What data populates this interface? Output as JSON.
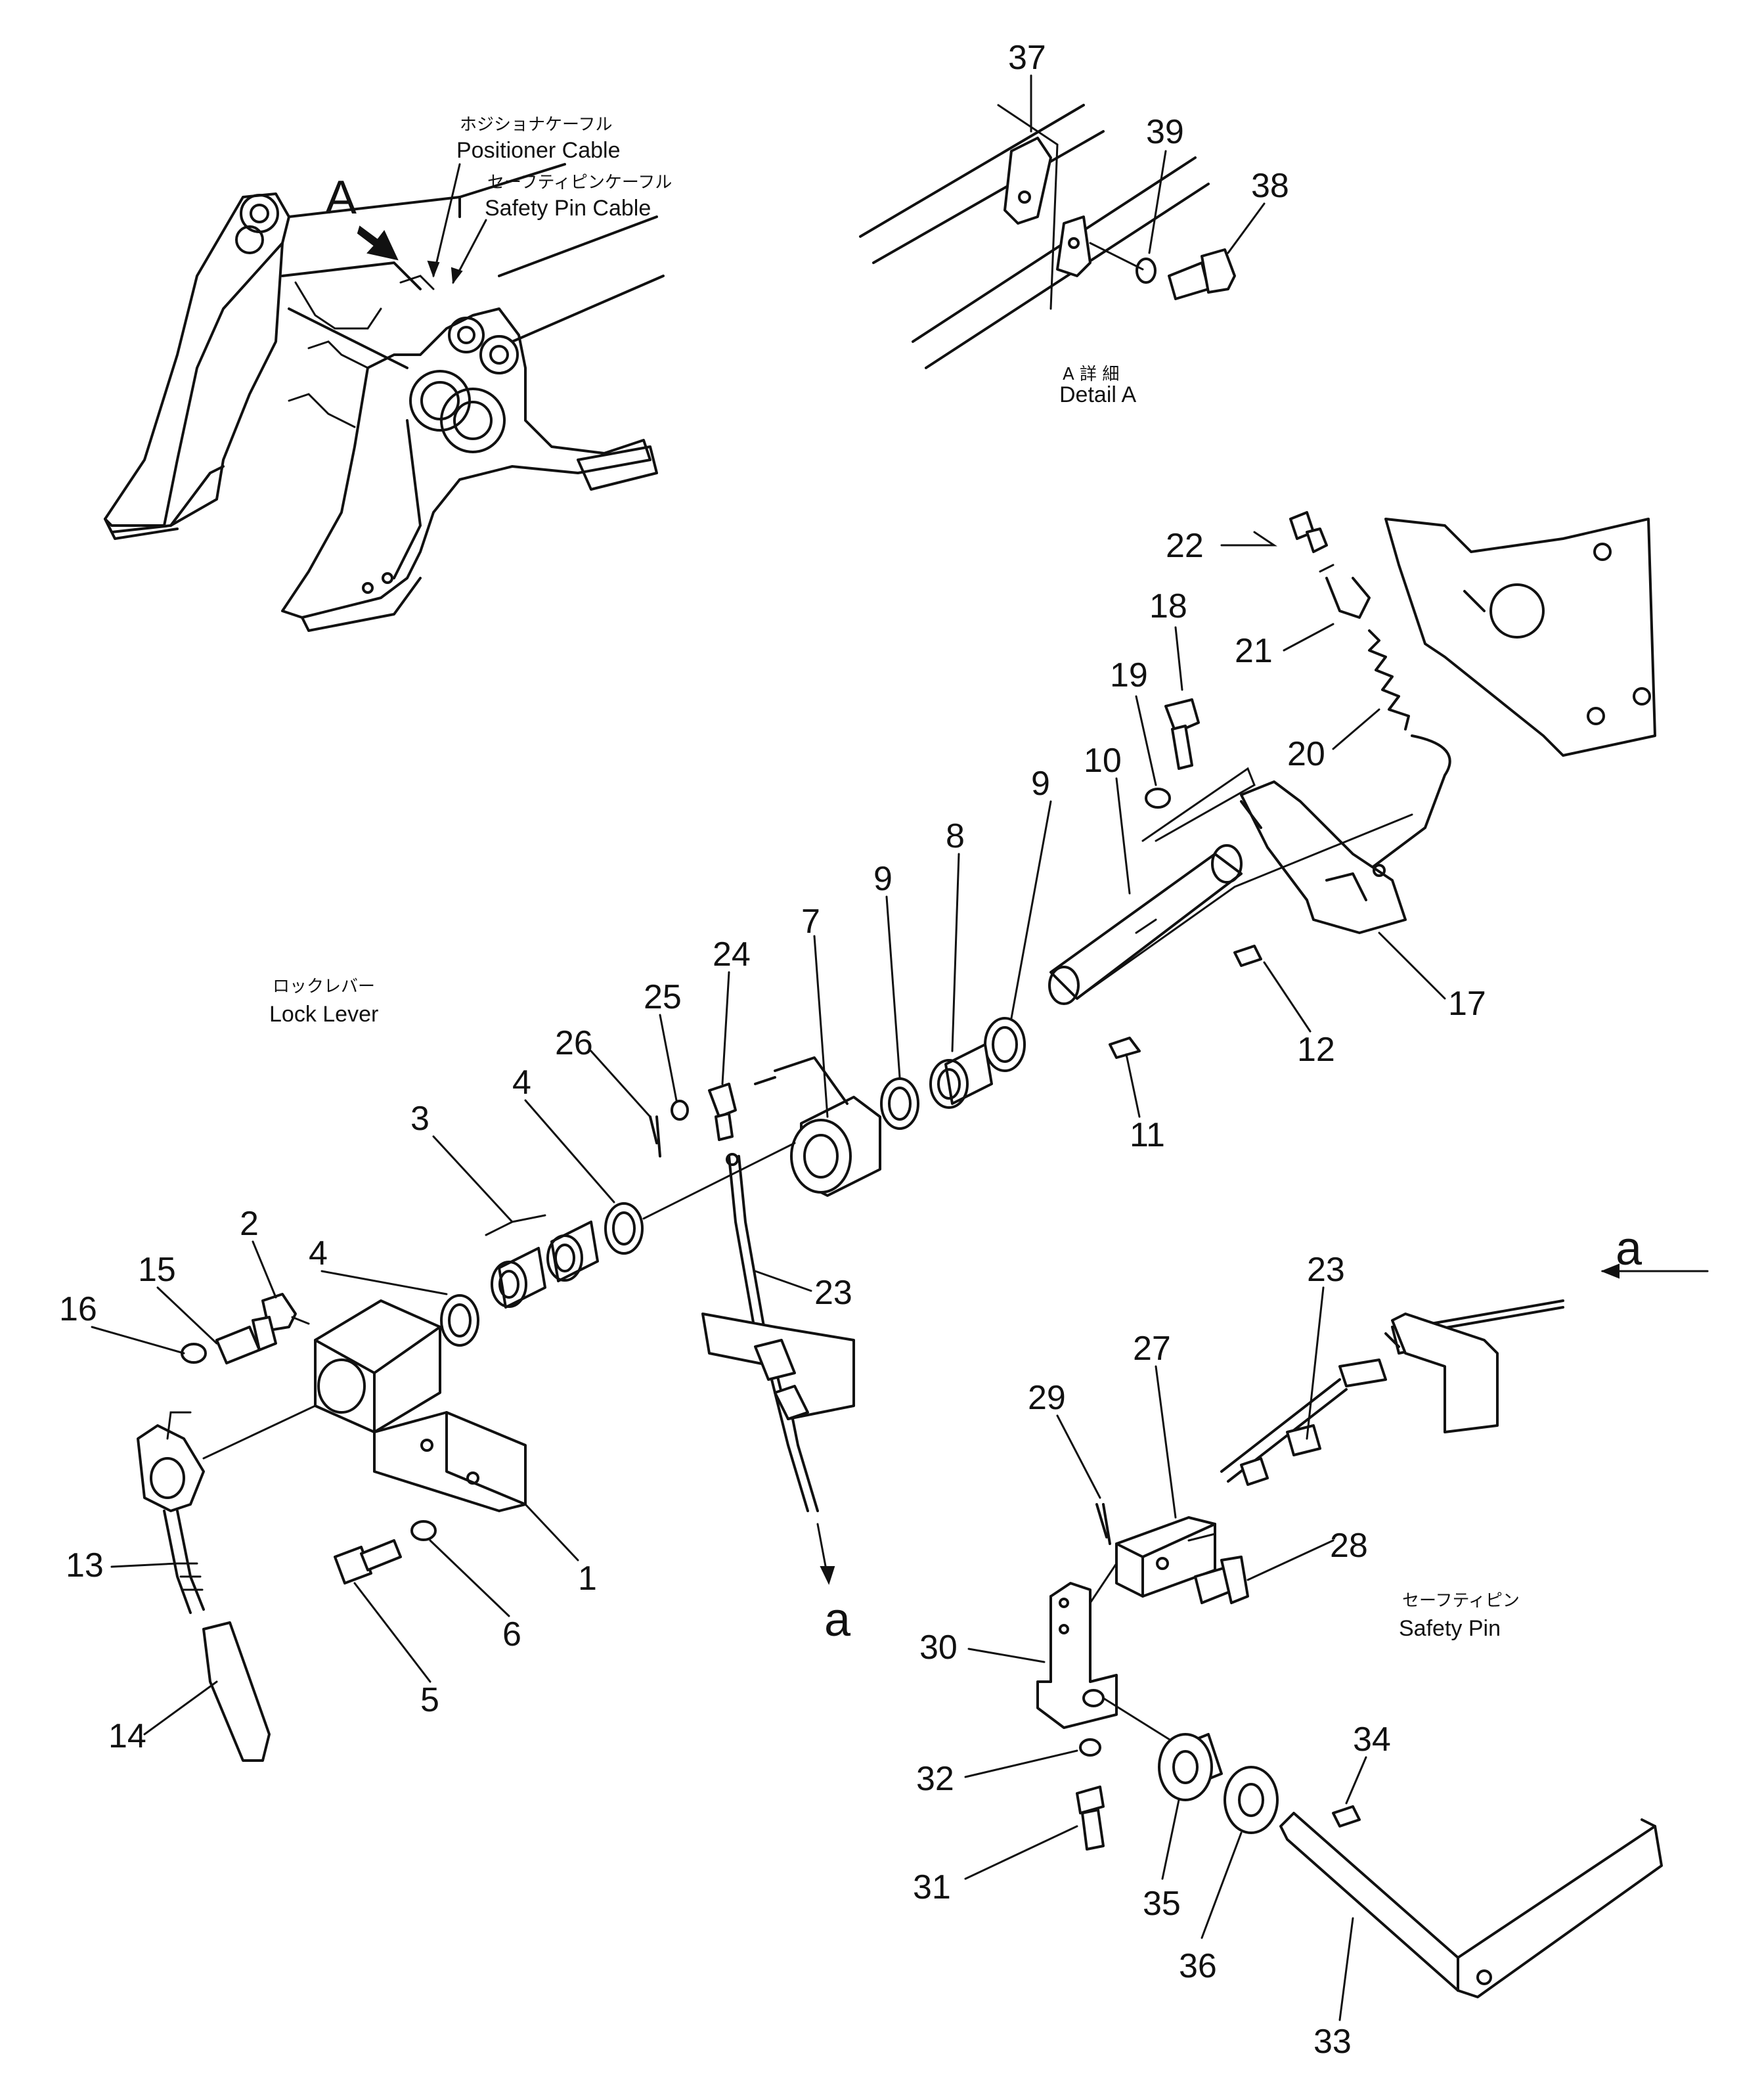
{
  "labels": {
    "positioner_cable_jp": "ホジショナケーフル",
    "positioner_cable": "Positioner Cable",
    "safety_pin_cable_jp": "セーフティピンケーフル",
    "safety_pin_cable": "Safety Pin Cable",
    "view_a": "A",
    "detail_a_jp": "A 詳 細",
    "detail_a": "Detail A",
    "lock_lever_jp": "ロックレバー",
    "lock_lever": "Lock Lever",
    "safety_pin_jp": "セーフティピン",
    "safety_pin": "Safety Pin",
    "cable_end_a1": "a",
    "cable_end_a2": "a"
  },
  "callouts": {
    "c1": "1",
    "c2": "2",
    "c3": "3",
    "c4a": "4",
    "c4b": "4",
    "c5": "5",
    "c6": "6",
    "c7": "7",
    "c8": "8",
    "c9a": "9",
    "c9b": "9",
    "c10": "10",
    "c11": "11",
    "c12": "12",
    "c13": "13",
    "c14": "14",
    "c15": "15",
    "c16": "16",
    "c17": "17",
    "c18": "18",
    "c19": "19",
    "c20": "20",
    "c21": "21",
    "c22": "22",
    "c23a": "23",
    "c23b": "23",
    "c24": "24",
    "c25": "25",
    "c26": "26",
    "c27": "27",
    "c28": "28",
    "c29": "29",
    "c30": "30",
    "c31": "31",
    "c32": "32",
    "c33": "33",
    "c34": "34",
    "c35": "35",
    "c36": "36",
    "c37": "37",
    "c38": "38",
    "c39": "39"
  },
  "icons": {
    "view_arrow": "view-direction-arrow-icon"
  }
}
